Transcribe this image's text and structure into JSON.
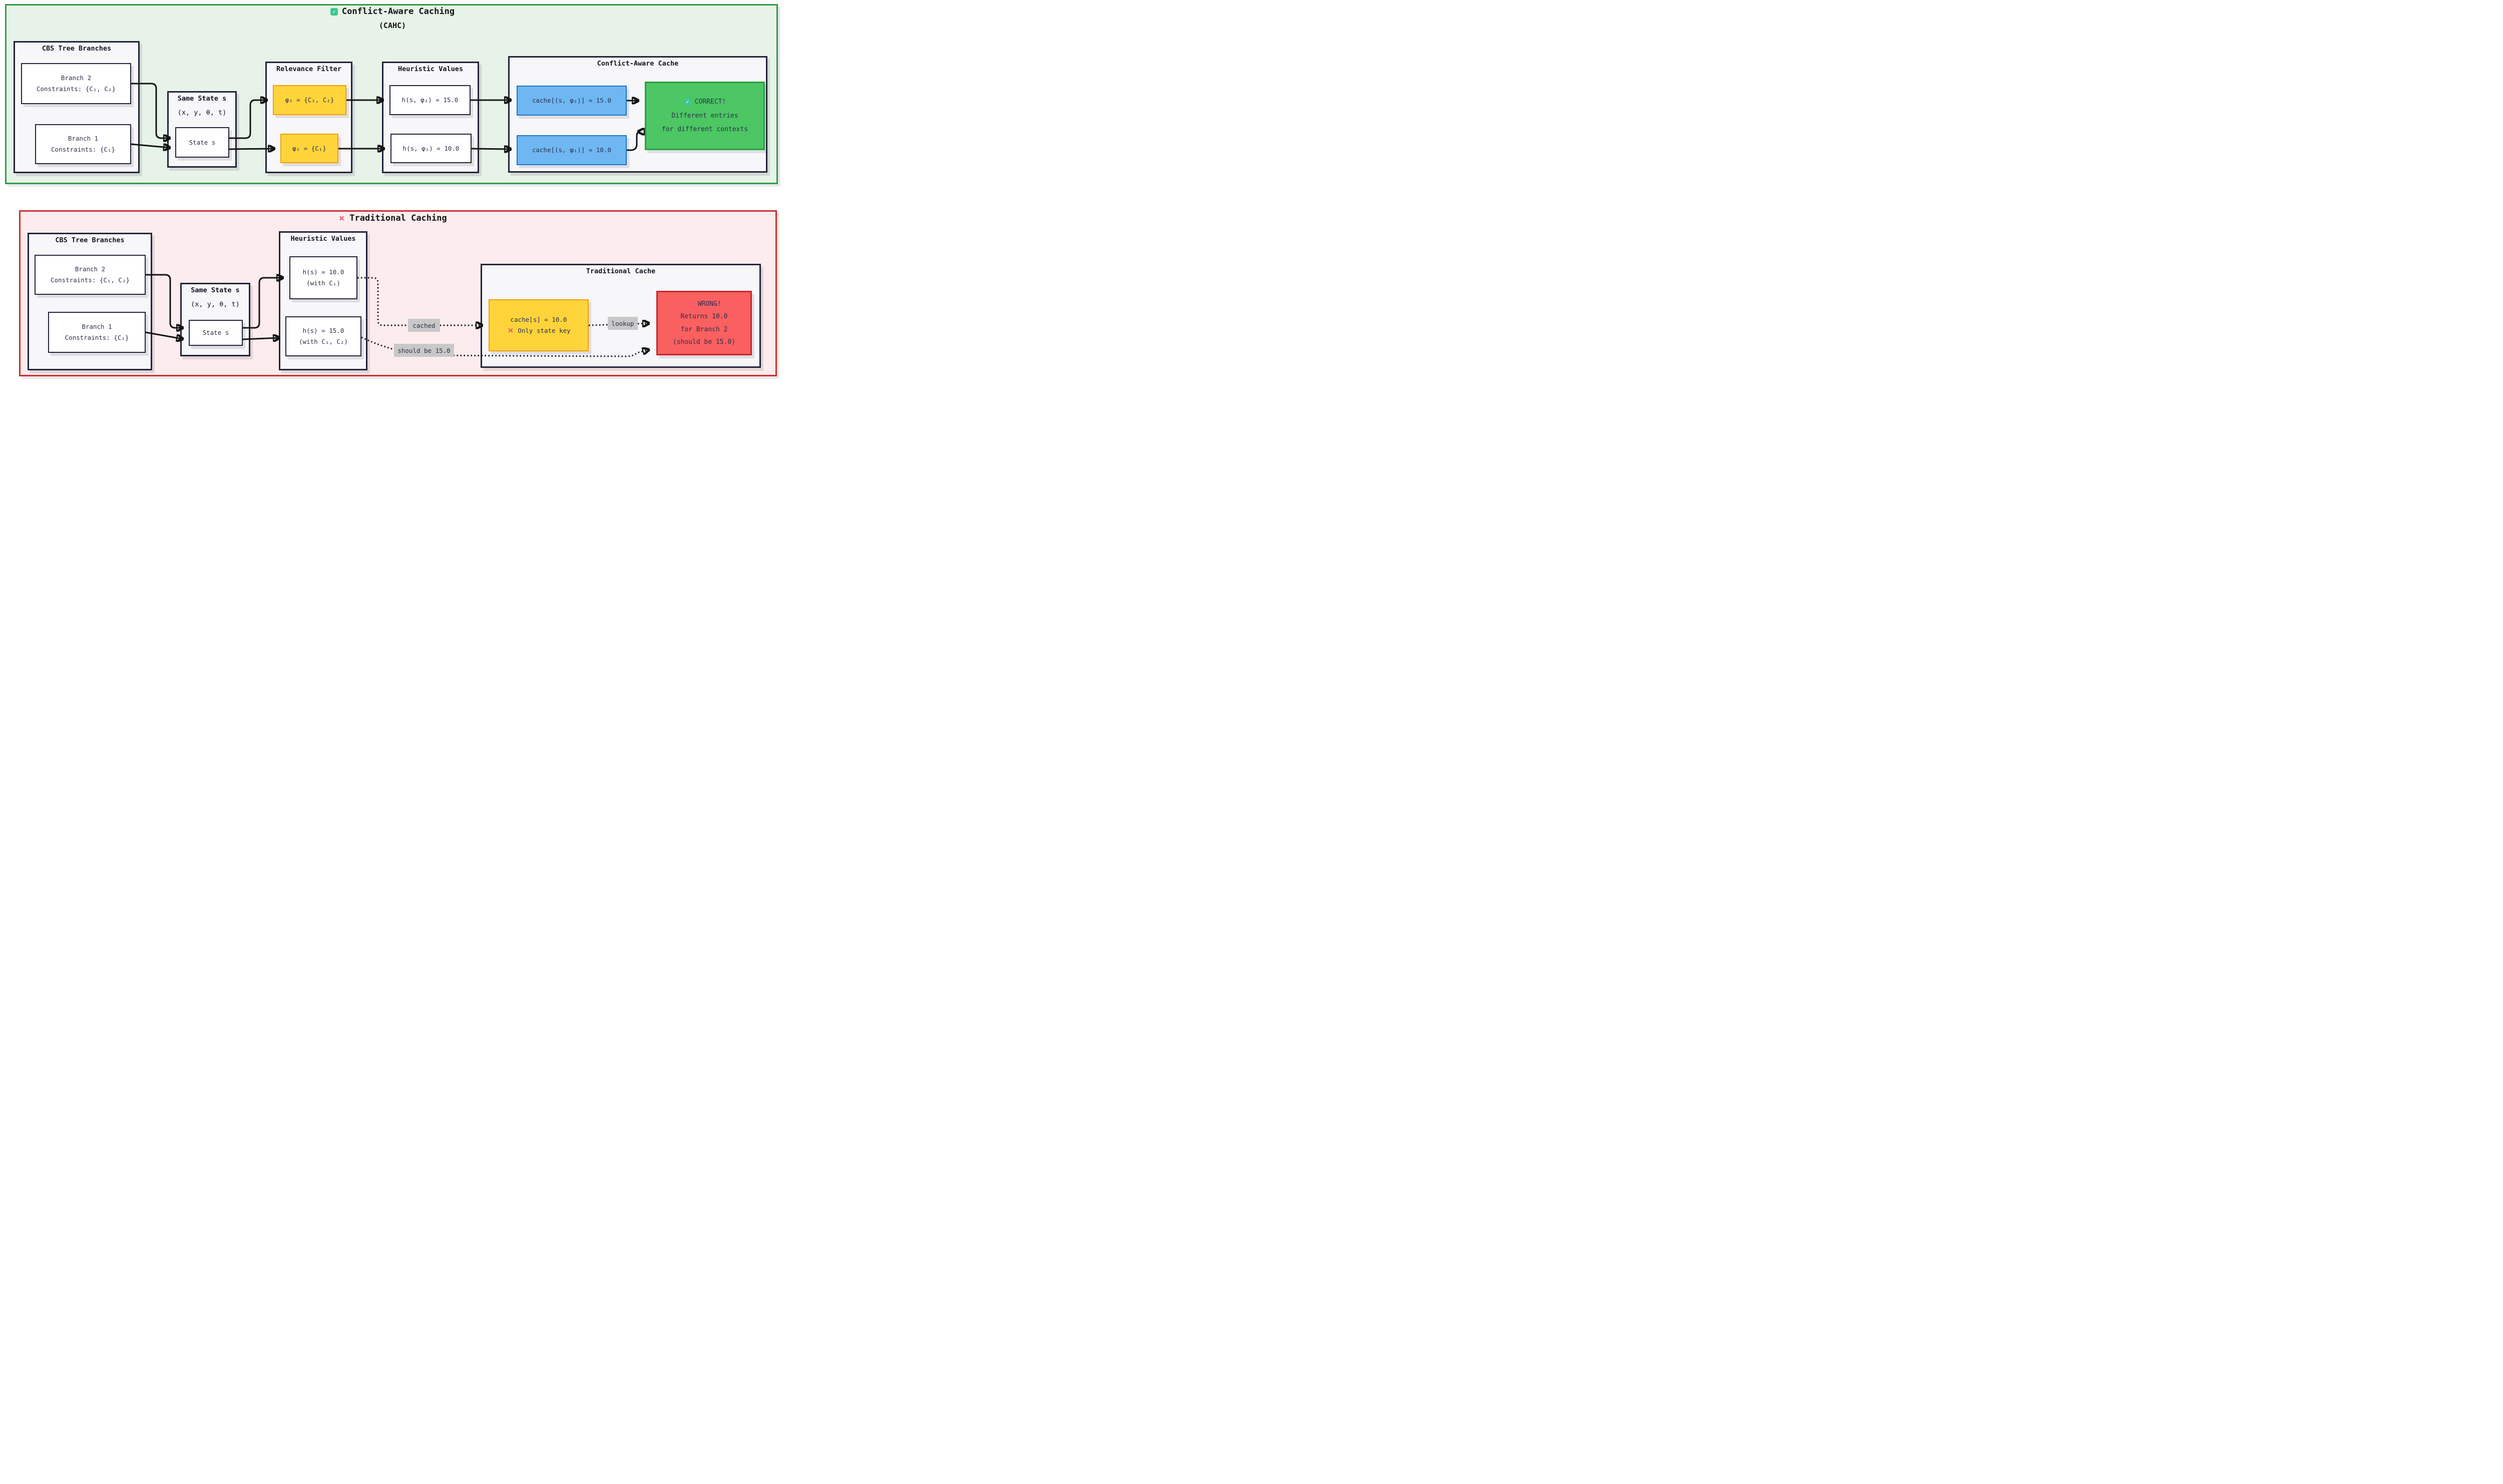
{
  "cahc_section": {
    "title": "Conflict-Aware Caching",
    "subtitle": "(CAHC)",
    "check_icon": "✓",
    "cbs": {
      "title": "CBS Tree Branches",
      "branch2_l1": "Branch 2",
      "branch2_l2": "Constraints: {C₁, C₂}",
      "branch1_l1": "Branch 1",
      "branch1_l2": "Constraints: {C₁}"
    },
    "same_state": {
      "title_l1": "Same State s",
      "title_l2": "(x, y, θ, t)",
      "node": "State s"
    },
    "relevance": {
      "title": "Relevance Filter",
      "phi2": "φ₂ = {C₁, C₂}",
      "phi1": "φ₁ = {C₁}"
    },
    "heuristics": {
      "title": "Heuristic Values",
      "h_phi2": "h(s, φ₂) = 15.0",
      "h_phi1": "h(s, φ₁) = 10.0"
    },
    "cache": {
      "title": "Conflict-Aware Cache",
      "entry2": "cache[(s, φ₂)] = 15.0",
      "entry1": "cache[(s, φ₁)] = 10.0",
      "correct_l1": "CORRECT!",
      "correct_l2": "Different entries",
      "correct_l3": "for different contexts"
    }
  },
  "traditional_section": {
    "title": "Traditional Caching",
    "cross_icon": "×",
    "cbs": {
      "title": "CBS Tree Branches",
      "branch2_l1": "Branch 2",
      "branch2_l2": "Constraints: {C₁, C₂}",
      "branch1_l1": "Branch 1",
      "branch1_l2": "Constraints: {C₁}"
    },
    "same_state": {
      "title_l1": "Same State s",
      "title_l2": "(x, y, θ, t)",
      "node": "State s"
    },
    "heuristics": {
      "title": "Heuristic Values",
      "h10_l1": "h(s) = 10.0",
      "h10_l2": "(with C₁)",
      "h15_l1": "h(s) = 15.0",
      "h15_l2": "(with C₁, C₂)"
    },
    "cache": {
      "title": "Traditional Cache",
      "entry_l1": "cache[s] = 10.0",
      "entry_l2": "Only state key",
      "wrong_l1": "WRONG!",
      "wrong_l2": "Returns 10.0",
      "wrong_l3": "for Branch 2",
      "wrong_l4": "(should be 15.0)"
    },
    "edge_labels": {
      "cached": "cached",
      "lookup": "lookup",
      "should_be": "should be 15.0"
    }
  },
  "colors": {
    "green_section_bg": "#e7f2e8",
    "green_section_border": "#2f9e44",
    "red_section_bg": "#fdecee",
    "red_section_border": "#cf2f2f",
    "subgraph_bg": "#f7f7fa",
    "node_border": "#23233a",
    "yellow_node_bg": "#ffd43b",
    "yellow_node_border": "#f59f00",
    "blue_node_bg": "#6fb7f2",
    "blue_node_border": "#1d74c9",
    "green_node_bg": "#4cc763",
    "green_node_border": "#2b9e43",
    "red_node_bg": "#fa6060",
    "red_node_border": "#c62a2a",
    "edge_color": "#141414",
    "edge_label_bg": "#c8c8c8",
    "text_color": "#2e2e4d"
  }
}
